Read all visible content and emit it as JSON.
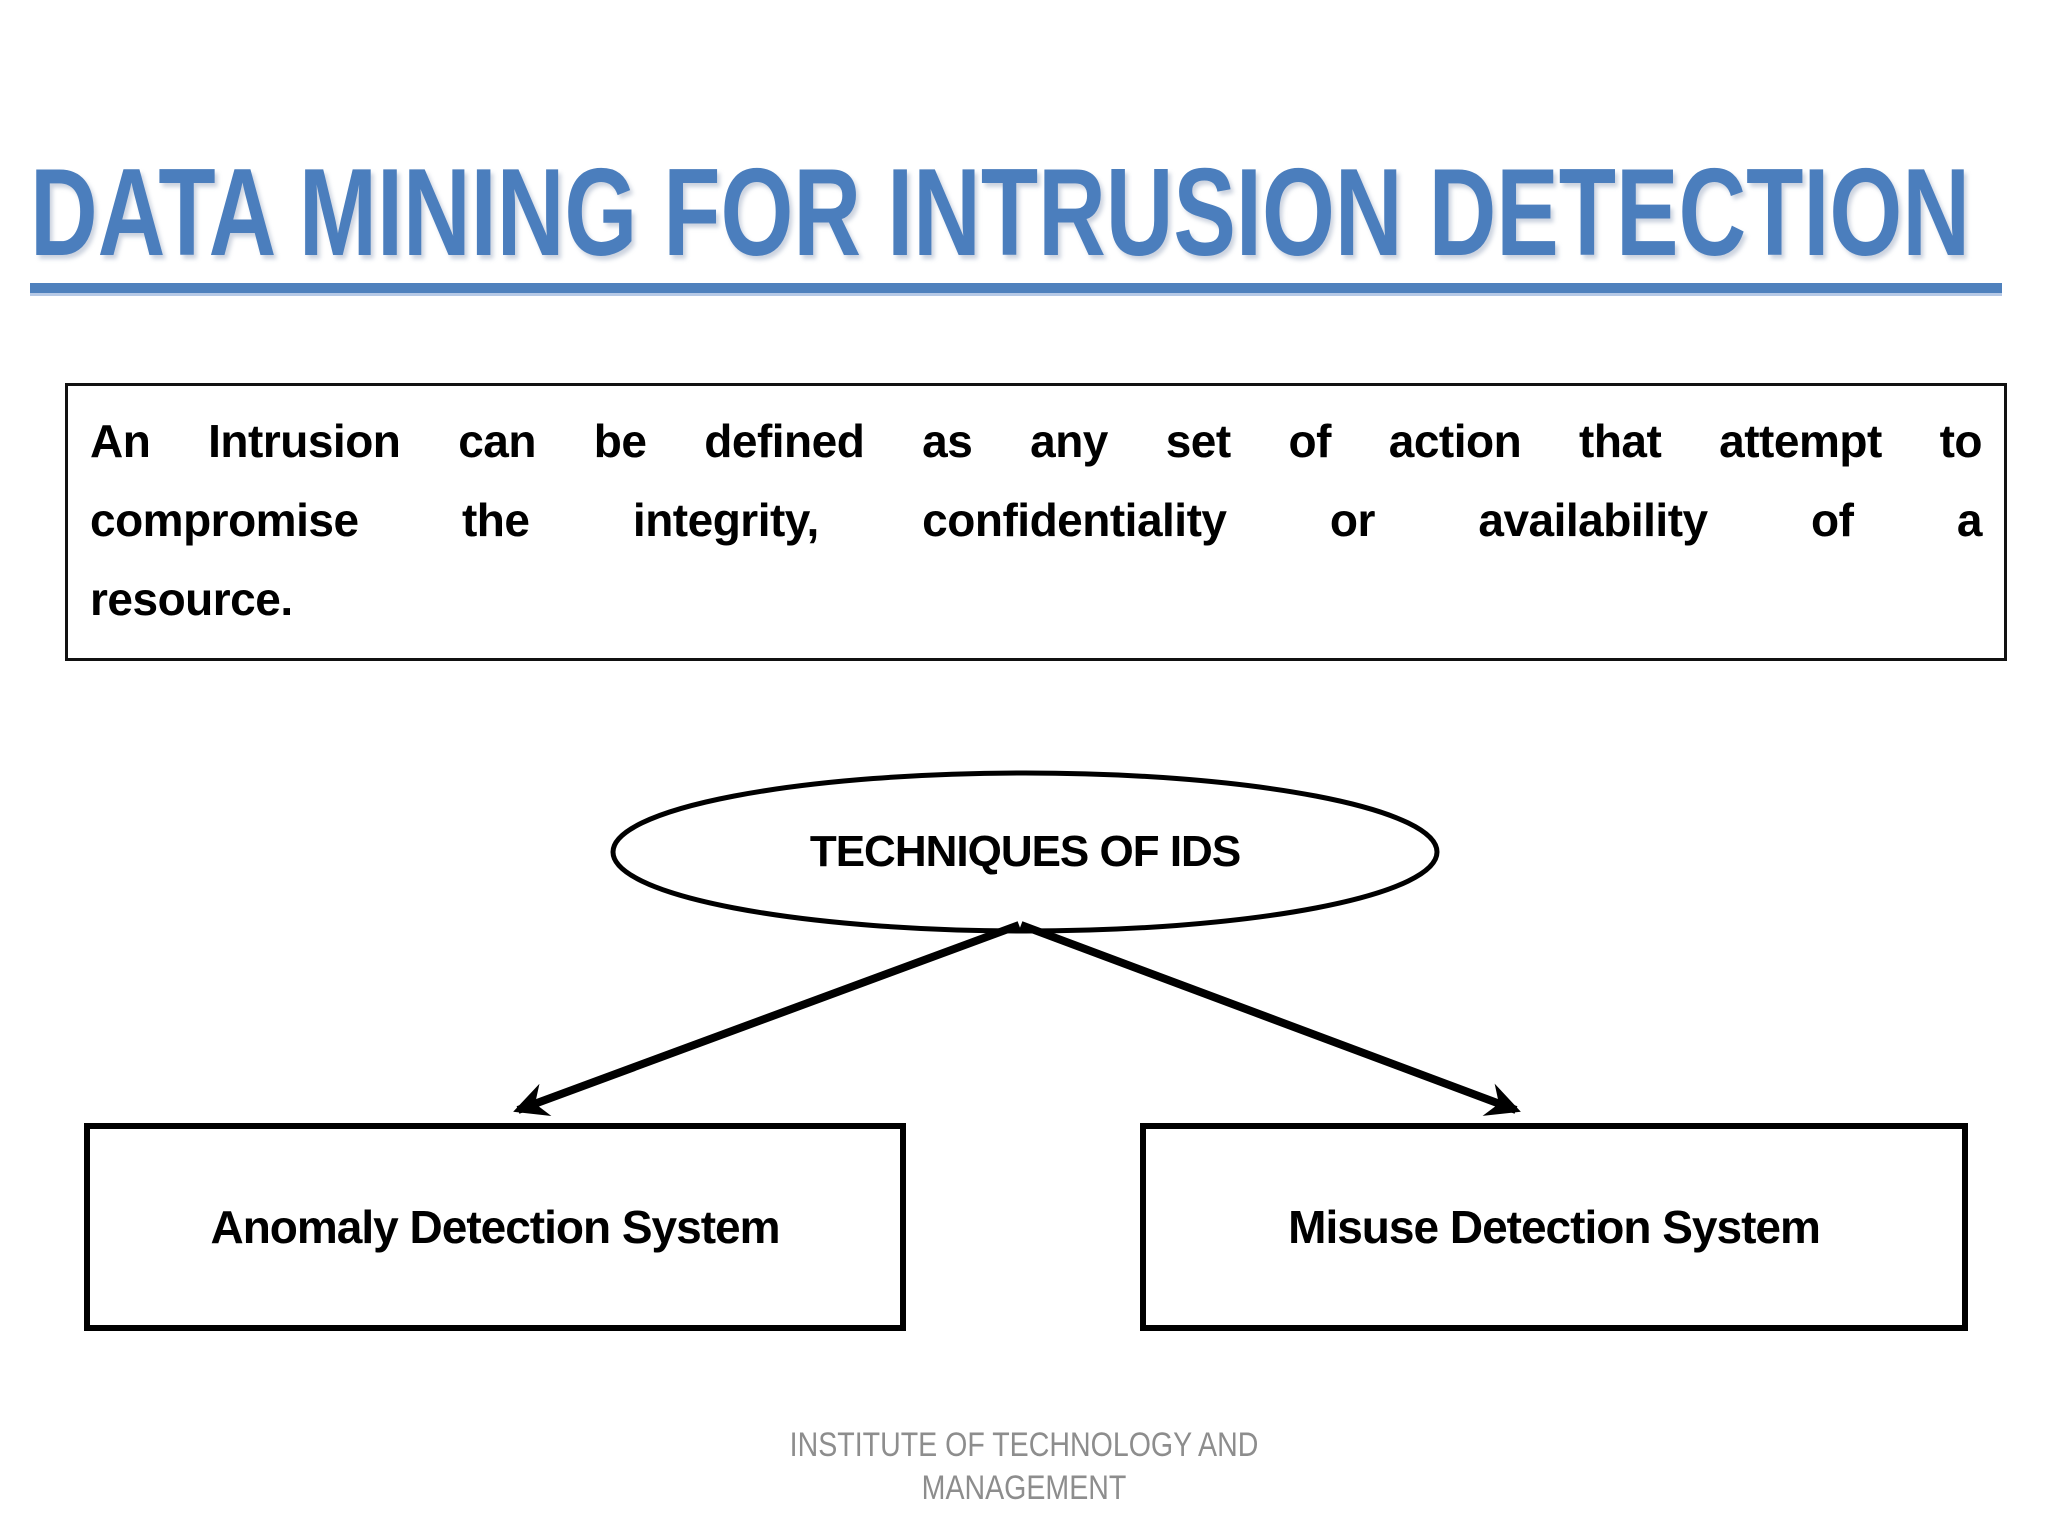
{
  "slide": {
    "title": "DATA MINING FOR INTRUSION DETECTION",
    "definition_lines": [
      "An Intrusion can be defined as any set of action that attempt to",
      "compromise the integrity, confidentiality or availability of a",
      "resource."
    ],
    "diagram": {
      "root_label": "TECHNIQUES OF IDS",
      "children": [
        "Anomaly Detection System",
        "Misuse Detection System"
      ]
    },
    "footer_lines": [
      "INSTITUTE OF TECHNOLOGY AND",
      "MANAGEMENT"
    ],
    "colors": {
      "title_blue": "#4b7ebd",
      "rule_blue": "#4f81bd",
      "rule_light_blue": "#b6c9e6",
      "outline_black": "#000000",
      "footer_gray": "#8d8d8d",
      "background": "#ffffff"
    }
  }
}
